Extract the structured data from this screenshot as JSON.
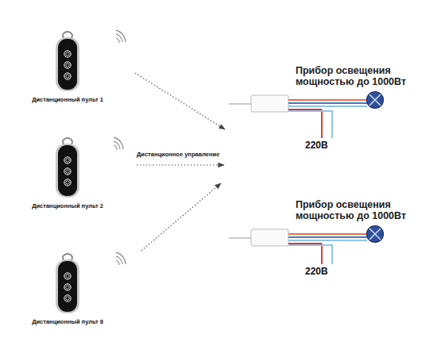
{
  "diagram": {
    "nodes": [
      {
        "text": [
          "Дистанционный пульт 1"
        ]
      },
      {
        "text": [
          "Дистанционный пульт 2"
        ]
      },
      {
        "text": [
          "Дистанционный пульт 8"
        ]
      },
      {
        "text": [
          "Прибор освещения мощностью до 1000Вт"
        ]
      },
      {
        "text": [
          "Прибор освещения мощностью до 1000Вт"
        ]
      }
    ],
    "labels": [
      "Дистанционное управление",
      "220В",
      "220В"
    ]
  }
}
